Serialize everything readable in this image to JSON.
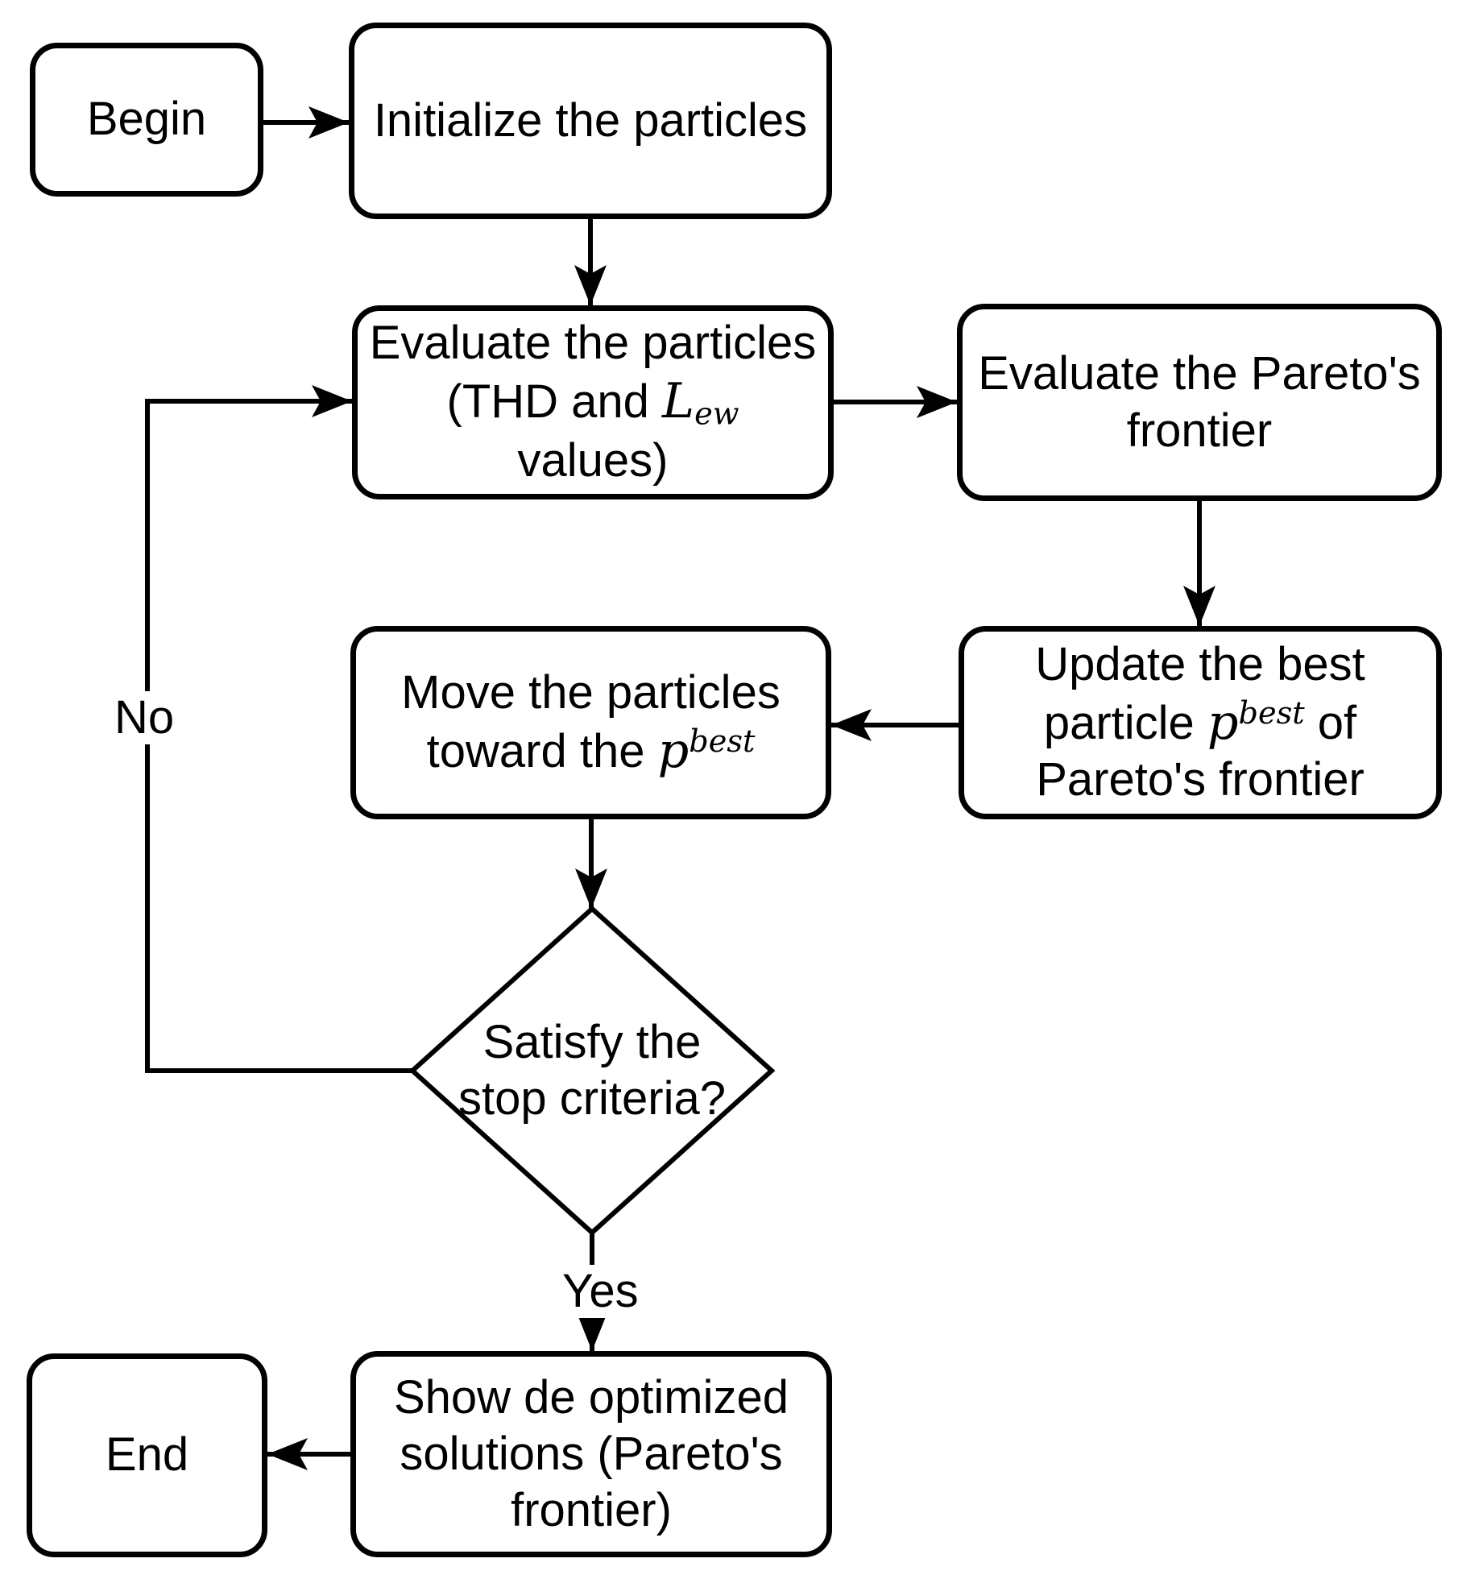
{
  "nodes": {
    "begin": {
      "label": "Begin"
    },
    "initialize": {
      "label": "Initialize the particles"
    },
    "evaluate_particles": {
      "line1": "Evaluate the particles",
      "line2_prefix": "(THD and ",
      "symbol": "L",
      "subscript": "ew",
      "line3": "values)"
    },
    "evaluate_pareto": {
      "line1": "Evaluate the Pareto's",
      "line2": "frontier"
    },
    "update_best": {
      "line1": "Update the best",
      "line2_prefix": "particle ",
      "symbol": "p",
      "superscript": "best",
      "line2_suffix": " of",
      "line3": "Pareto's frontier"
    },
    "move_particles": {
      "line1": "Move the particles",
      "line2_prefix": "toward the ",
      "symbol": "p",
      "superscript": "best"
    },
    "stop_criteria": {
      "line1": "Satisfy the",
      "line2": "stop criteria?"
    },
    "show_solutions": {
      "line1": "Show de optimized",
      "line2": "solutions (Pareto's",
      "line3": "frontier)"
    },
    "end": {
      "label": "End"
    }
  },
  "edge_labels": {
    "no": "No",
    "yes": "Yes"
  },
  "colors": {
    "stroke": "#000000",
    "fill": "#ffffff",
    "background": "#ffffff"
  }
}
